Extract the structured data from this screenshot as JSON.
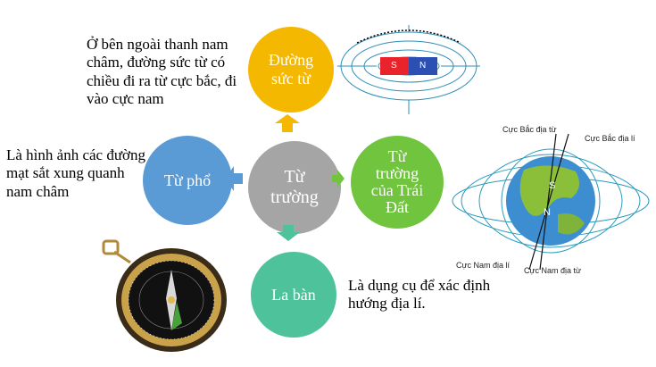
{
  "nodes": {
    "center": "Từ trường",
    "top": "Đường sức từ",
    "left": "Từ phổ",
    "right": "Từ trường của Trái Đất",
    "bottom": "La bàn"
  },
  "notes": {
    "top": "Ở bên ngoài thanh nam châm, đường sức từ có chiều đi ra từ cực bắc, đi vào cực nam",
    "left": "Là hình ảnh các đường mạt sắt xung quanh nam châm",
    "bottom": "Là dụng cụ để xác định hướng địa lí."
  },
  "magnet": {
    "south": "S",
    "north": "N"
  },
  "earth": {
    "magnetic_north": "Cực Bắc địa từ",
    "geographic_north": "Cực Bắc địa lí",
    "geographic_south": "Cực Nam địa lí",
    "magnetic_south": "Cực Nam địa từ",
    "s_label": "S",
    "n_label": "N"
  },
  "colors": {
    "center": "#a5a5a5",
    "top": "#f5b800",
    "left": "#5b9bd5",
    "right": "#70c43e",
    "bottom": "#4ec39b"
  }
}
